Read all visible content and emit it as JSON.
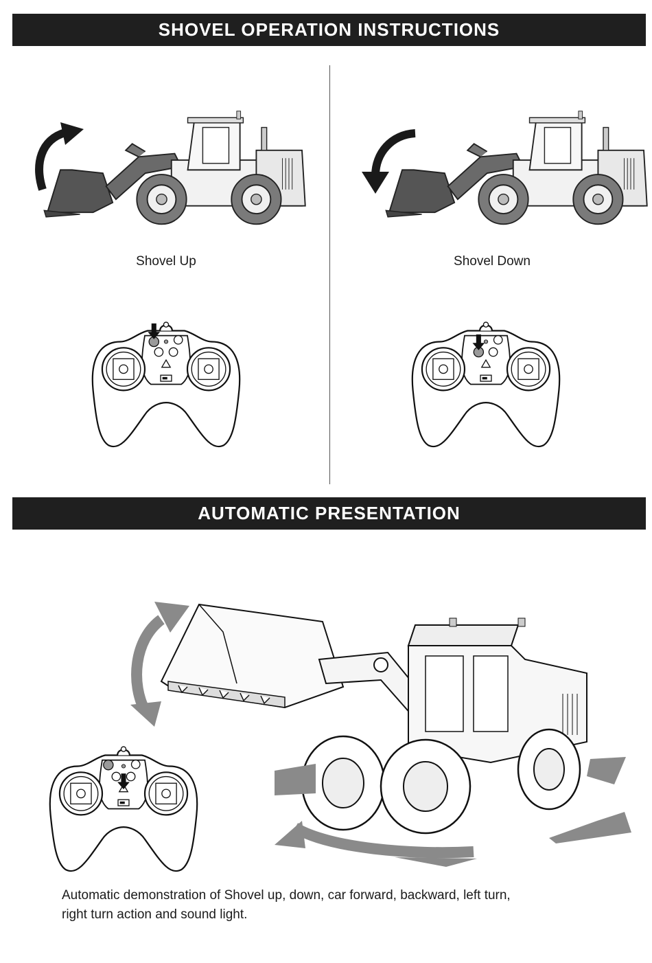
{
  "sections": {
    "shovel_title": "SHOVEL OPERATION INSTRUCTIONS",
    "auto_title": "AUTOMATIC PRESENTATION"
  },
  "shovel_up": {
    "caption": "Shovel Up",
    "arrow_icon": "curved-arrow-up-icon"
  },
  "shovel_down": {
    "caption": "Shovel Down",
    "arrow_icon": "curved-arrow-down-icon"
  },
  "automatic": {
    "description_line1": "Automatic demonstration of Shovel up, down, car forward, backward, left turn,",
    "description_line2": "right turn action and sound light."
  },
  "colors": {
    "banner": "#1f1f1f",
    "banner_text": "#ffffff",
    "arrow_dark": "#1a1a1a",
    "arrow_gray": "#8a8a8a",
    "highlight_button": "#9a9a9a"
  }
}
